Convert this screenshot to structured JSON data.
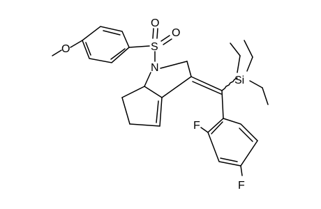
{
  "molecule": {
    "atoms": {
      "sulfur": "S",
      "sulfonyl_oxygen_top": "O",
      "sulfonyl_oxygen_right": "O",
      "methoxy_oxygen": "O",
      "nitrogen": "N",
      "silicon": "Si",
      "fluorine_ortho": "F",
      "fluorine_para": "F"
    }
  }
}
